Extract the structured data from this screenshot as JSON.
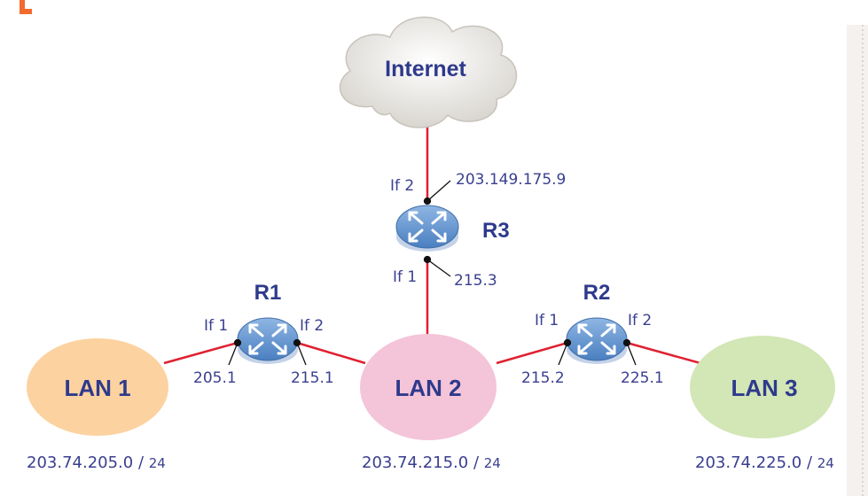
{
  "internet": {
    "label": "Internet"
  },
  "routers": {
    "r1": {
      "name": "R1",
      "if1": "If 1",
      "if2": "If 2",
      "addr_if1": "205.1",
      "addr_if2": "215.1"
    },
    "r2": {
      "name": "R2",
      "if1": "If 1",
      "if2": "If 2",
      "addr_if1": "215.2",
      "addr_if2": "225.1"
    },
    "r3": {
      "name": "R3",
      "if1": "If 1",
      "if2": "If 2",
      "addr_if1": "215.3",
      "addr_if2": "203.149.175.9"
    }
  },
  "lans": {
    "lan1": {
      "label": "LAN 1",
      "network": "203.74.205.0",
      "prefix": "24"
    },
    "lan2": {
      "label": "LAN 2",
      "network": "203.74.215.0",
      "prefix": "24"
    },
    "lan3": {
      "label": "LAN 3",
      "network": "203.74.225.0",
      "prefix": "24"
    }
  },
  "colors": {
    "link": "#e02030",
    "lan1_fill": "#fcd2a0",
    "lan2_fill": "#f4c4d8",
    "lan3_fill": "#d2e6b6",
    "router_body": "#5b8ec8",
    "router_base": "#c4d2e8",
    "title_text": "#2e3a8c",
    "label_text": "#3a3f8f",
    "accent_corner": "#f26a2e"
  }
}
